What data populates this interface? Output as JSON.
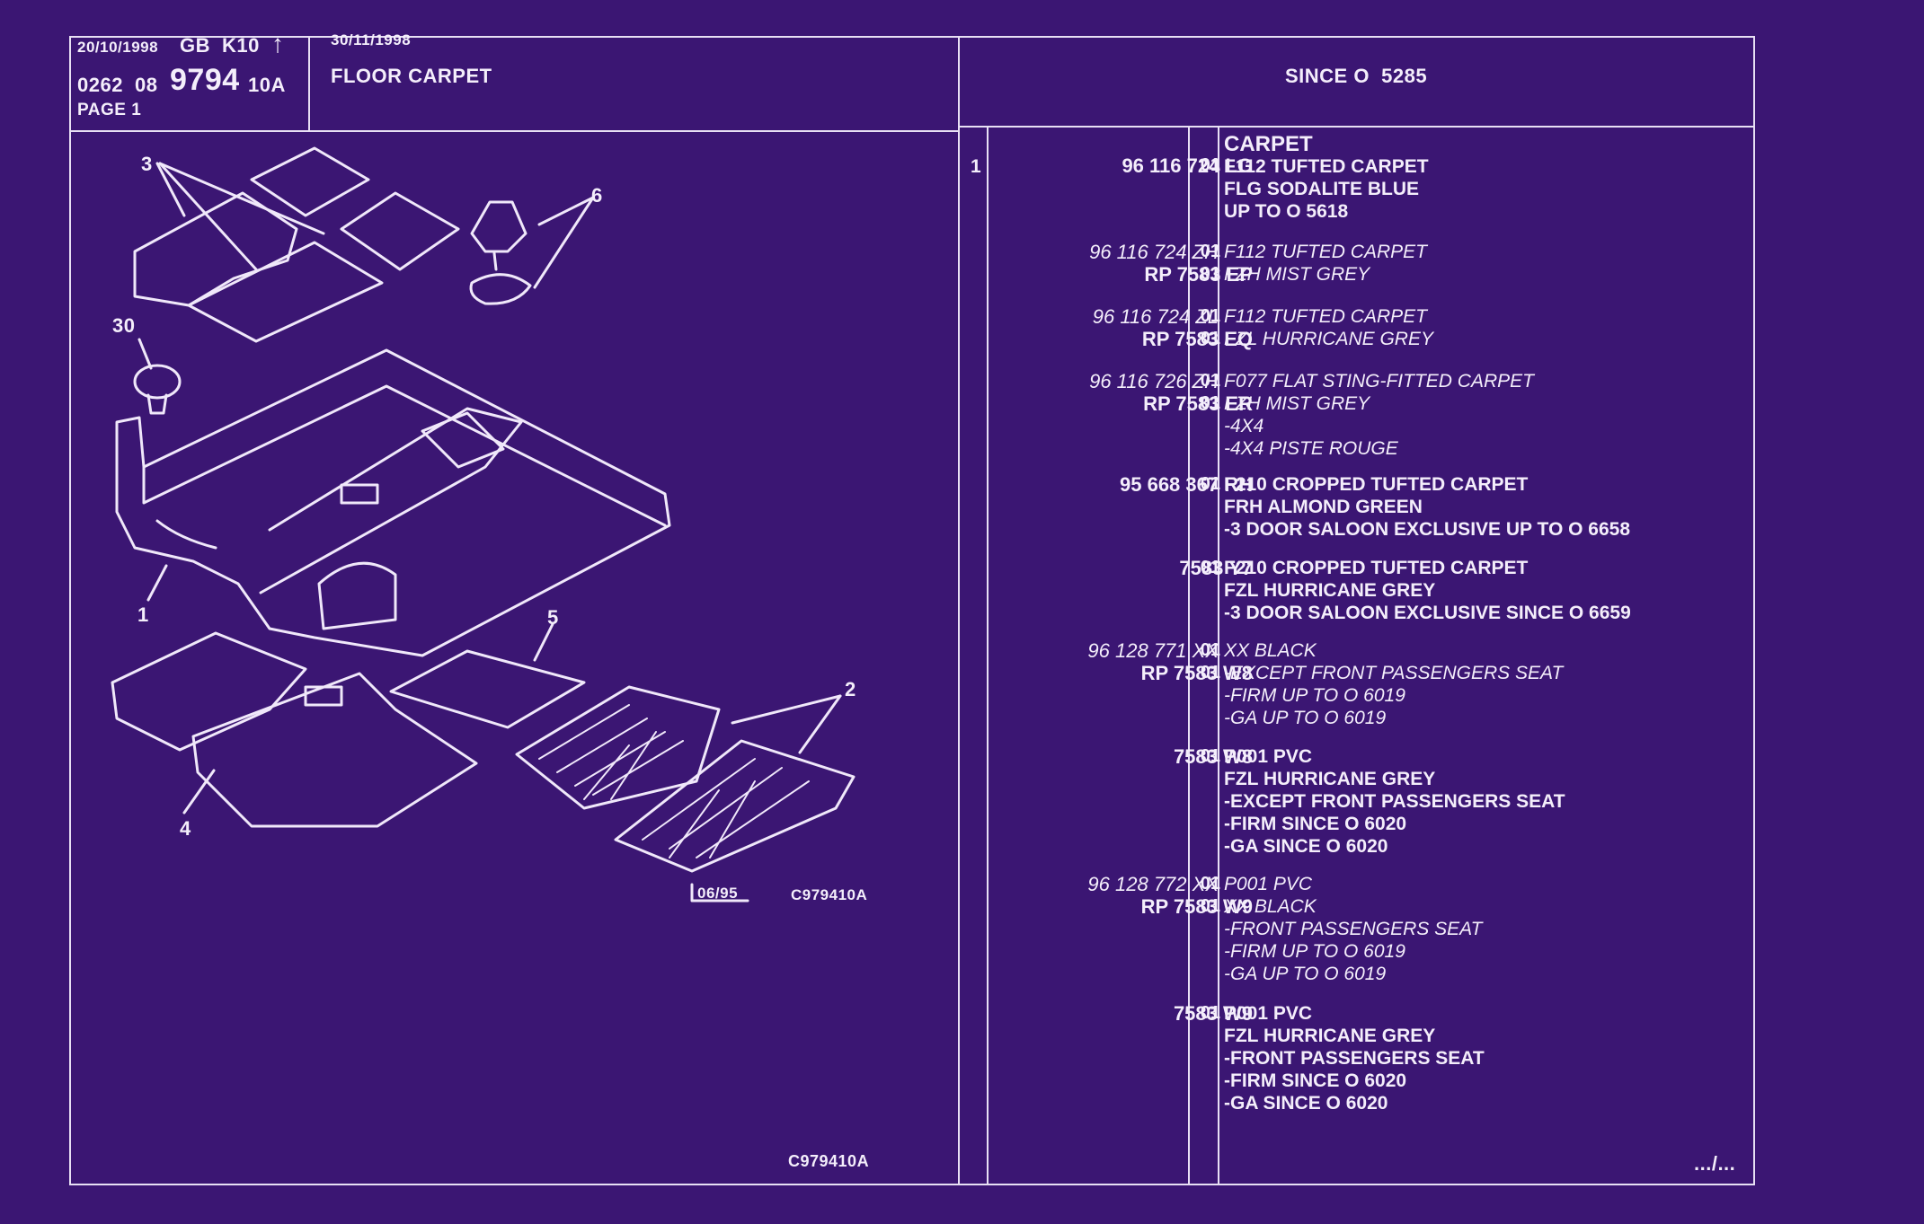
{
  "header": {
    "date1": "20/10/1998",
    "market": "GB",
    "model": "K10",
    "arrow": "↑",
    "date2": "30/11/1998",
    "code_a": "0262",
    "code_b": "08",
    "code_c": "9794",
    "code_d": "10A",
    "page": "PAGE 1",
    "title": "FLOOR CARPET",
    "since": "SINCE O  5285"
  },
  "diagram": {
    "callouts": [
      "3",
      "6",
      "30",
      "1",
      "5",
      "2",
      "4"
    ],
    "stamp": "06/95",
    "ref_inner": "C979410A",
    "ref_bottom": "C979410A"
  },
  "parts": [
    {
      "index": "1",
      "refs": [
        "96 116 724 LG"
      ],
      "ref_italic": [
        false
      ],
      "qtys": [
        "01"
      ],
      "lines": [
        "CARPET|b",
        "F112 TUFTED CARPET",
        "FLG SODALITE BLUE",
        "UP TO O 5618"
      ]
    },
    {
      "index": "",
      "refs": [
        "96 116 724 ZH",
        "RP 7583 EP"
      ],
      "ref_italic": [
        true,
        false
      ],
      "qtys": [
        "01",
        "01"
      ],
      "lines": [
        "F112 TUFTED CARPET|i",
        "FZH MIST GREY|i"
      ]
    },
    {
      "index": "",
      "refs": [
        "96 116 724 ZL",
        "RP 7583 EQ"
      ],
      "ref_italic": [
        true,
        false
      ],
      "qtys": [
        "01",
        "01"
      ],
      "lines": [
        "F112 TUFTED CARPET|i",
        "FZL HURRICANE GREY|i"
      ]
    },
    {
      "index": "",
      "refs": [
        "96 116 726 ZH",
        "RP 7583 ER"
      ],
      "ref_italic": [
        true,
        false
      ],
      "qtys": [
        "01",
        "01"
      ],
      "lines": [
        "F077 FLAT STING-FITTED CARPET|i",
        "FZH MIST GREY|i",
        "-4X4|i",
        "-4X4 PISTE ROUGE|i"
      ]
    },
    {
      "index": "",
      "refs": [
        "95 668 367 RH"
      ],
      "ref_italic": [
        false
      ],
      "qtys": [
        "01"
      ],
      "lines": [
        "F210 CROPPED TUFTED CARPET",
        "FRH ALMOND GREEN",
        "-3 DOOR SALOON EXCLUSIVE UP TO O 6658"
      ]
    },
    {
      "index": "",
      "refs": [
        "7583 Y7"
      ],
      "ref_italic": [
        false
      ],
      "qtys": [
        "01"
      ],
      "lines": [
        "F210 CROPPED TUFTED CARPET",
        "FZL HURRICANE GREY",
        "-3 DOOR SALOON EXCLUSIVE SINCE O 6659"
      ]
    },
    {
      "index": "",
      "refs": [
        "96 128 771 XX",
        "RP 7583 W8"
      ],
      "ref_italic": [
        true,
        false
      ],
      "qtys": [
        "01",
        "01"
      ],
      "lines": [
        "XX BLACK|i",
        "-EXCEPT FRONT PASSENGERS SEAT|i",
        "-FIRM UP TO O 6019|i",
        "-GA UP TO O 6019|i"
      ]
    },
    {
      "index": "",
      "refs": [
        "7583 W8"
      ],
      "ref_italic": [
        false
      ],
      "qtys": [
        "01"
      ],
      "lines": [
        "P001 PVC",
        "FZL HURRICANE GREY",
        "-EXCEPT FRONT PASSENGERS SEAT",
        "-FIRM SINCE O 6020",
        "-GA SINCE O 6020"
      ]
    },
    {
      "index": "",
      "refs": [
        "96 128 772 XX",
        "RP 7583 W9"
      ],
      "ref_italic": [
        true,
        false
      ],
      "qtys": [
        "01",
        "01"
      ],
      "lines": [
        "P001 PVC|i",
        "XX BLACK|i",
        "-FRONT PASSENGERS SEAT|i",
        "-FIRM UP TO O 6019|i",
        "-GA UP TO O 6019|i"
      ]
    },
    {
      "index": "",
      "refs": [
        "7583 W9"
      ],
      "ref_italic": [
        false
      ],
      "qtys": [
        "01"
      ],
      "lines": [
        "P001 PVC",
        "FZL HURRICANE GREY",
        "-FRONT PASSENGERS SEAT",
        "-FIRM SINCE O 6020",
        "-GA SINCE O 6020"
      ]
    }
  ],
  "continuation": ".../..."
}
